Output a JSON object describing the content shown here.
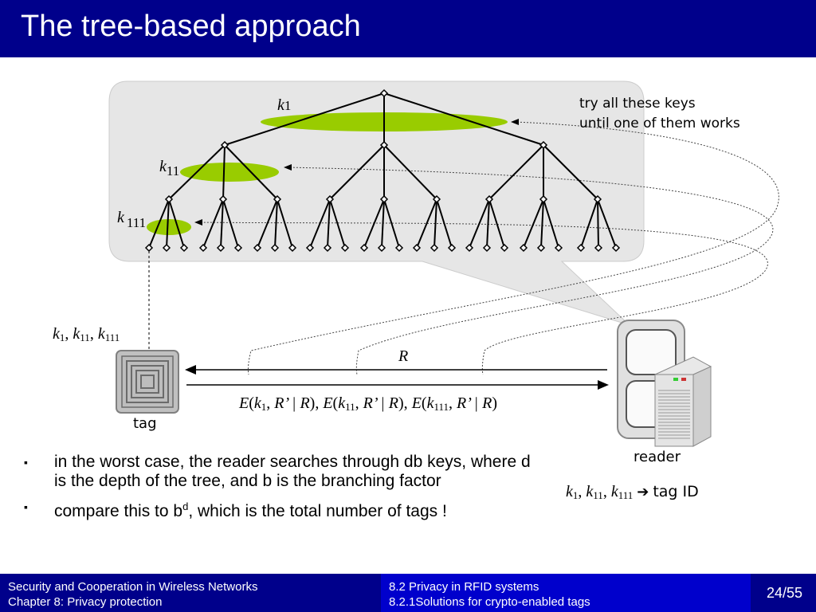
{
  "slide": {
    "title": "The tree-based approach"
  },
  "diagram": {
    "key_labels": {
      "k1": {
        "letter": "k",
        "sub": "1"
      },
      "k11": {
        "letter": "k",
        "sub": "11"
      },
      "k111": {
        "letter": "k",
        "sub": "111"
      }
    },
    "note_line1": "try all these keys",
    "note_line2": "until one of them works",
    "tag_label": "tag",
    "reader_label": "reader",
    "tag_keys": {
      "k1": "1",
      "k11": "11",
      "k111": "111",
      "letter": "k"
    },
    "challenge_label": "R",
    "response": {
      "part1_func": "E",
      "part1_sub": "1",
      "part2_sub": "11",
      "part3_sub": "111",
      "inner": "R’ | R",
      "letter": "k"
    },
    "reader_result": {
      "subs": [
        "1",
        "11",
        "111"
      ],
      "letter": "k",
      "arrow": "➔",
      "text": "tag ID"
    },
    "colors": {
      "highlight": "#99cc00",
      "balloon": "#e6e6e6",
      "wire": "#000000"
    }
  },
  "bullets": {
    "item1": "in the worst case, the reader searches through db keys, where d is the depth of the tree, and b is the branching factor",
    "item2_pre": "compare this to  b",
    "item2_sup": "d",
    "item2_post": ", which is the total number of tags !",
    "marker": "▪"
  },
  "footer": {
    "left_line1": "Security and Cooperation in Wireless Networks",
    "left_line2": "Chapter 8: Privacy protection",
    "mid_line1": "8.2 Privacy in RFID systems",
    "mid_line2": "8.2.1Solutions for crypto-enabled tags",
    "page": "24/55"
  }
}
